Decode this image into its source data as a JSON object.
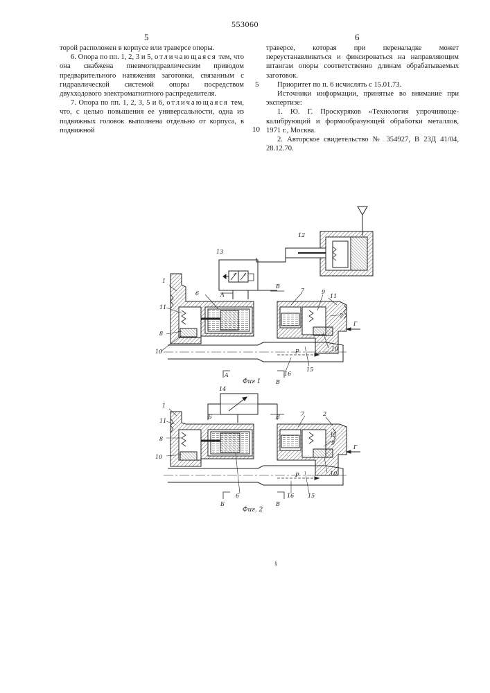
{
  "header": {
    "patent_number": "553060",
    "col_left_no": "5",
    "col_right_no": "6"
  },
  "left_column": {
    "p1": "торой расположен в корпусе или траверсе опоры.",
    "p2_lead": "6. Опора по пп. 1, 2, 3 и 5, ",
    "p2_sp": "отличающаяся",
    "p2_rest": " тем, что она снабжена пневмогидравлическим приводом предварительного натяжения заготовки, связанным с гидравлической системой опоры посредством двухходового электромагнитного распределителя.",
    "p3_lead": "7. Опора по пп. 1, 2, 3, 5 и 6, ",
    "p3_sp": "отличающаяся",
    "p3_rest": " тем, что, с целью повышения ее универсальности, одна из подвижных головок выполнена отдельно от корпуса, в подвижной"
  },
  "right_column": {
    "p1": "траверсе, которая при переналадке может переустанавливаться и фиксироваться на направляющим штангам опоры соответственно длинам обрабатываемых заготовок.",
    "p2": "Приоритет по п. 6 исчислять с 15.01.73.",
    "p3": "Источники информации, принятые во внимание при экспертизе:",
    "p4": "1. Ю. Г. Проскуряков «Технология упрочняюще-калибрующий и формообразующей обработки металлов, 1971 г., Москва.",
    "p5": "2. Авторское свидетельство № 354927, В 23Д 41/04, 28.12.70."
  },
  "line_numbers": {
    "n5": "5",
    "n10": "10"
  },
  "figures": {
    "fig1_caption": "Фиг 1",
    "fig2_caption": "Фиг. 2",
    "fig1_labels": {
      "l1": "1",
      "l2": "2",
      "l6": "6",
      "l7": "7",
      "l8": "8",
      "l9": "9",
      "l10a": "10",
      "l10b": "10",
      "l11a": "11",
      "l11b": "11",
      "l12": "12",
      "l13": "13",
      "l15": "15",
      "l16": "16",
      "A1": "A",
      "A2": "A",
      "B1": "B",
      "B2": "B",
      "G": "Г",
      "P": "Р"
    },
    "fig2_labels": {
      "l1": "1",
      "l2": "2",
      "l6": "6",
      "l7": "7",
      "l8": "8",
      "l9": "9",
      "l10a": "10",
      "l10b": "10",
      "l11a": "11",
      "l11b": "11",
      "l14": "14",
      "l15": "15",
      "l16": "16",
      "B1": "Б",
      "B2": "Б",
      "V1": "В",
      "V2": "В",
      "G": "Г",
      "P": "Р"
    }
  },
  "footer_mark": "§"
}
